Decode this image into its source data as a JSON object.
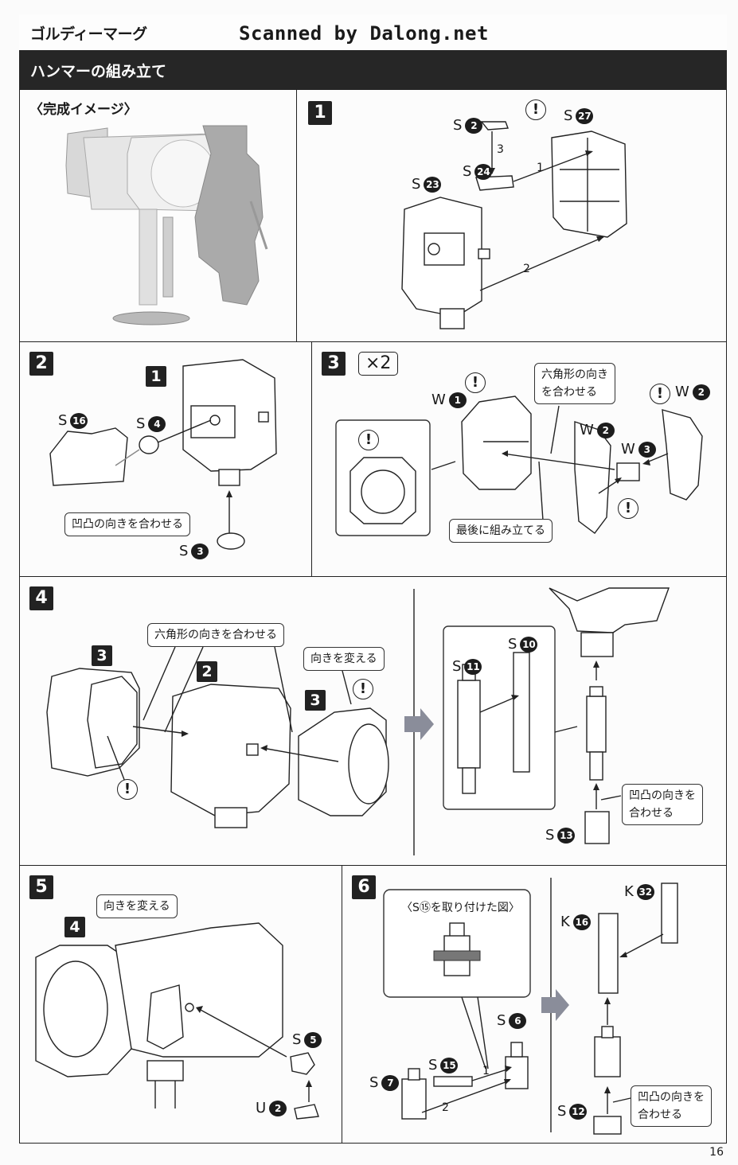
{
  "header": {
    "model_name": "ゴルディーマーグ",
    "watermark": "Scanned by Dalong.net",
    "section_title": "ハンマーの組み立て"
  },
  "completed_image": {
    "caption": "〈完成イメージ〉"
  },
  "steps": [
    {
      "number": "1",
      "parts": [
        {
          "runner": "S",
          "num": "2"
        },
        {
          "runner": "S",
          "num": "27"
        },
        {
          "runner": "S",
          "num": "24"
        },
        {
          "runner": "S",
          "num": "23"
        }
      ],
      "sequence": [
        "1",
        "2",
        "3"
      ],
      "warning": "!"
    },
    {
      "number": "2",
      "ref_step": "1",
      "parts": [
        {
          "runner": "S",
          "num": "16"
        },
        {
          "runner": "S",
          "num": "4"
        },
        {
          "runner": "S",
          "num": "3"
        }
      ],
      "callouts": [
        "凹凸の向きを合わせる"
      ]
    },
    {
      "number": "3",
      "multiplier": "×2",
      "parts": [
        {
          "runner": "W",
          "num": "1"
        },
        {
          "runner": "W",
          "num": "2"
        },
        {
          "runner": "W",
          "num": "3"
        },
        {
          "runner": "W",
          "num": "2"
        }
      ],
      "callouts": [
        "六角形の向き",
        "を合わせる",
        "最後に組み立てる"
      ],
      "warning": "!"
    },
    {
      "number": "4",
      "ref_steps": [
        "3",
        "2",
        "3"
      ],
      "parts": [
        {
          "runner": "S",
          "num": "11"
        },
        {
          "runner": "S",
          "num": "10"
        },
        {
          "runner": "S",
          "num": "13"
        }
      ],
      "callouts": [
        "六角形の向きを合わせる",
        "向きを変える",
        "凹凸の向きを",
        "合わせる"
      ],
      "warning": "!"
    },
    {
      "number": "5",
      "ref_step": "4",
      "parts": [
        {
          "runner": "S",
          "num": "5"
        },
        {
          "runner": "U",
          "num": "2"
        }
      ],
      "callouts": [
        "向きを変える"
      ]
    },
    {
      "number": "6",
      "inset_caption": "〈S⑮を取り付けた図〉",
      "parts": [
        {
          "runner": "S",
          "num": "6"
        },
        {
          "runner": "S",
          "num": "15"
        },
        {
          "runner": "S",
          "num": "7"
        },
        {
          "runner": "K",
          "num": "32"
        },
        {
          "runner": "K",
          "num": "16"
        },
        {
          "runner": "S",
          "num": "12"
        }
      ],
      "sequence": [
        "1",
        "2"
      ],
      "callouts": [
        "凹凸の向きを",
        "合わせる"
      ]
    }
  ],
  "footer": {
    "page_number": "16"
  }
}
